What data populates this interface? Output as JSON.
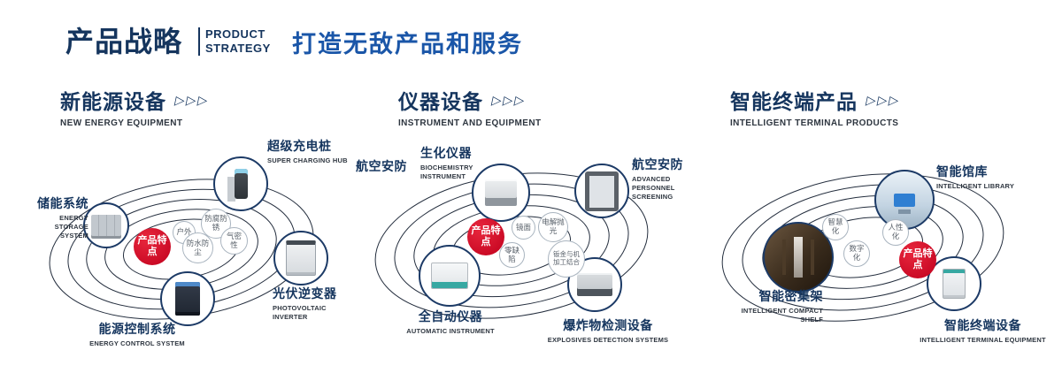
{
  "header": {
    "title": "产品战略",
    "title_en_line1": "PRODUCT",
    "title_en_line2": "STRATEGY",
    "tagline": "打造无敌产品和服务"
  },
  "icons": {
    "triple_arrow": "▷▷▷"
  },
  "colors": {
    "navy": "#15355e",
    "blue": "#1a56a8",
    "red": "#c0001d",
    "ring": "#242e3e"
  },
  "sections": [
    {
      "title": "新能源设备",
      "subtitle": "NEW ENERGY EQUIPMENT",
      "badge": "产品特点",
      "features": [
        "户外",
        "防腐防锈",
        "防水防尘",
        "气密性"
      ],
      "nodes": [
        {
          "zh": "储能系统",
          "en": "ENERGY STORAGE SYSTEM"
        },
        {
          "zh": "超级充电桩",
          "en": "SUPER CHARGING HUB"
        },
        {
          "zh": "光伏逆变器",
          "en": "PHOTOVOLTAIC INVERTER"
        },
        {
          "zh": "能源控制系统",
          "en": "ENERGY CONTROL SYSTEM"
        }
      ]
    },
    {
      "title": "仪器设备",
      "subtitle": "INSTRUMENT AND EQUIPMENT",
      "badge": "产品特点",
      "extra_label": "航空安防",
      "features": [
        "镜面",
        "电解抛光",
        "零缺陷",
        "钣金与机加工结合"
      ],
      "nodes": [
        {
          "zh": "生化仪器",
          "en": "BIOCHEMISTRY INSTRUMENT"
        },
        {
          "zh": "航空安防",
          "en": "ADVANCED PERSONNEL SCREENING"
        },
        {
          "zh": "全自动仪器",
          "en": "AUTOMATIC INSTRUMENT"
        },
        {
          "zh": "爆炸物检测设备",
          "en": "EXPLOSIVES DETECTION SYSTEMS"
        }
      ]
    },
    {
      "title": "智能终端产品",
      "subtitle": "INTELLIGENT TERMINAL PRODUCTS",
      "badge": "产品特点",
      "features": [
        "智慧化",
        "人性化",
        "数字化"
      ],
      "nodes": [
        {
          "zh": "智能馆库",
          "en": "INTELLIGENT LIBRARY"
        },
        {
          "zh": "智能密集架",
          "en": "INTELLIGENT COMPACT SHELF"
        },
        {
          "zh": "智能终端设备",
          "en": "INTELLIGENT TERMINAL EQUIPMENT"
        }
      ]
    }
  ]
}
